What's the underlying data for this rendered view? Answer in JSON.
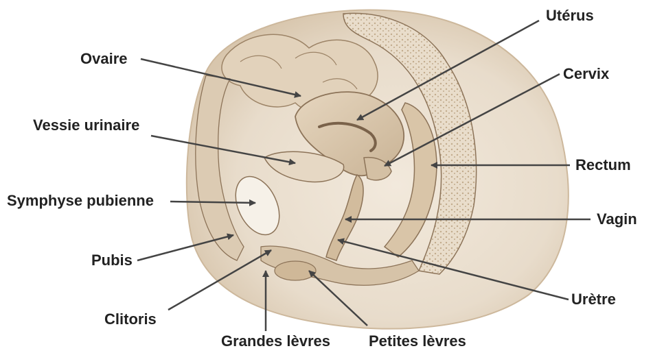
{
  "labels": {
    "ovaire": "Ovaire",
    "uterus": "Utérus",
    "cervix": "Cervix",
    "vessie": "Vessie urinaire",
    "rectum": "Rectum",
    "symphyse": "Symphyse pubienne",
    "vagin": "Vagin",
    "pubis": "Pubis",
    "uretre": "Urètre",
    "clitoris": "Clitoris",
    "grandes_levres": "Grandes lèvres",
    "petites_levres": "Petites lèvres"
  },
  "colors": {
    "background": "#ffffff",
    "tissue_light": "#efe4d4",
    "tissue_mid": "#dccbb3",
    "tissue_dark": "#b89f7f",
    "outline": "#8c7358",
    "leader_line": "#444444",
    "label_text": "#222222"
  }
}
